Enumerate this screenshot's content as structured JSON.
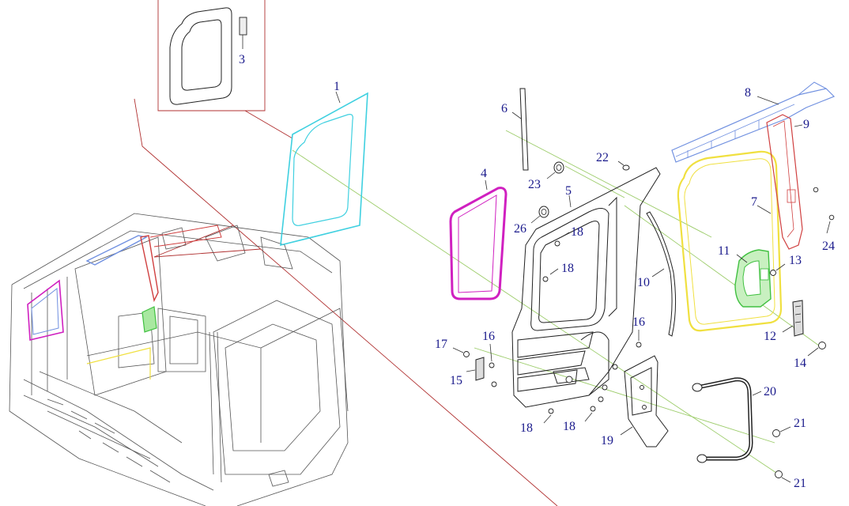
{
  "callouts": [
    {
      "id": "c1",
      "text": "1"
    },
    {
      "id": "c3",
      "text": "3"
    },
    {
      "id": "c4",
      "text": "4"
    },
    {
      "id": "c5",
      "text": "5"
    },
    {
      "id": "c6",
      "text": "6"
    },
    {
      "id": "c7",
      "text": "7"
    },
    {
      "id": "c8",
      "text": "8"
    },
    {
      "id": "c9",
      "text": "9"
    },
    {
      "id": "c10",
      "text": "10"
    },
    {
      "id": "c11",
      "text": "11"
    },
    {
      "id": "c12",
      "text": "12"
    },
    {
      "id": "c13",
      "text": "13"
    },
    {
      "id": "c14",
      "text": "14"
    },
    {
      "id": "c15",
      "text": "15"
    },
    {
      "id": "c16a",
      "text": "16"
    },
    {
      "id": "c16b",
      "text": "16"
    },
    {
      "id": "c17",
      "text": "17"
    },
    {
      "id": "c18a",
      "text": "18"
    },
    {
      "id": "c18b",
      "text": "18"
    },
    {
      "id": "c18c",
      "text": "18"
    },
    {
      "id": "c18d",
      "text": "18"
    },
    {
      "id": "c19",
      "text": "19"
    },
    {
      "id": "c20",
      "text": "20"
    },
    {
      "id": "c21a",
      "text": "21"
    },
    {
      "id": "c21b",
      "text": "21"
    },
    {
      "id": "c22",
      "text": "22"
    },
    {
      "id": "c23",
      "text": "23"
    },
    {
      "id": "c24",
      "text": "24"
    },
    {
      "id": "c26",
      "text": "26"
    }
  ],
  "colors": {
    "callout_text": "#1a1a8c",
    "window_glass": "#3fd0e0",
    "window_seal": "#d020c0",
    "door_seal": "#f0e040",
    "handle": "#40c040",
    "roof_rail": "#7090e0",
    "pillar": "#d04040",
    "assembly_line": "#9ccc6a",
    "leader_red": "#b03030"
  }
}
